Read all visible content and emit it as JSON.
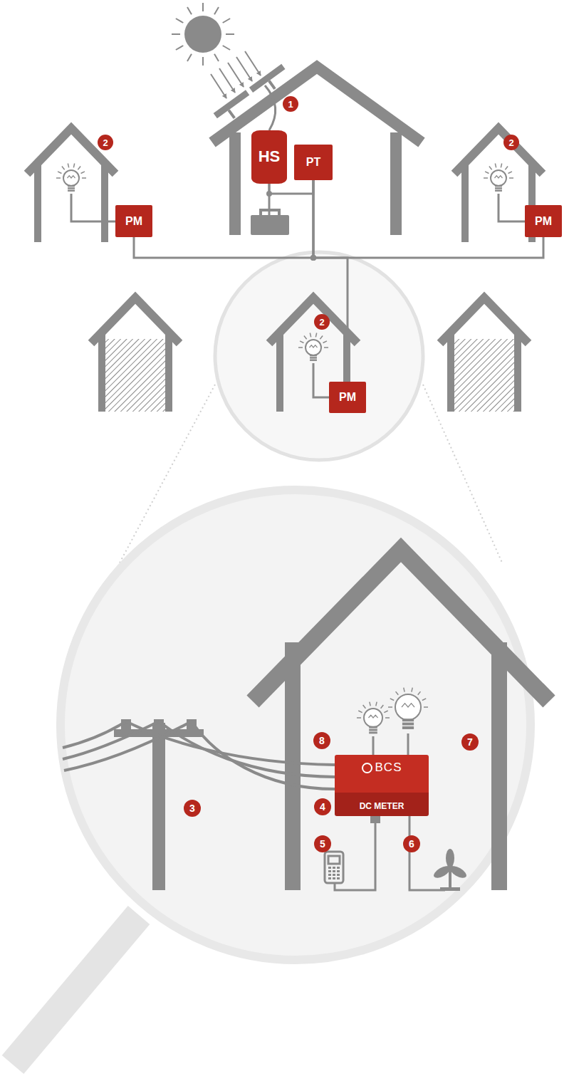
{
  "diagram": {
    "nodes": [
      {
        "text": [
          "HS"
        ]
      },
      {
        "text": [
          "PT"
        ]
      },
      {
        "text": [
          "PM"
        ]
      },
      {
        "text": [
          "PM"
        ]
      },
      {
        "text": [
          "PM"
        ]
      },
      {
        "text": [
          "BCS",
          "DC METER"
        ]
      }
    ],
    "edges": [
      {
        "from": 0,
        "to": 1,
        "arrow": "none"
      },
      {
        "from": 1,
        "to": 2,
        "arrow": "none"
      },
      {
        "from": 1,
        "to": 3,
        "arrow": "none"
      },
      {
        "from": 1,
        "to": 4,
        "arrow": "none"
      }
    ],
    "labels": [
      "1",
      "2",
      "2",
      "2",
      "8",
      "7",
      "3",
      "4",
      "5",
      "6"
    ]
  }
}
